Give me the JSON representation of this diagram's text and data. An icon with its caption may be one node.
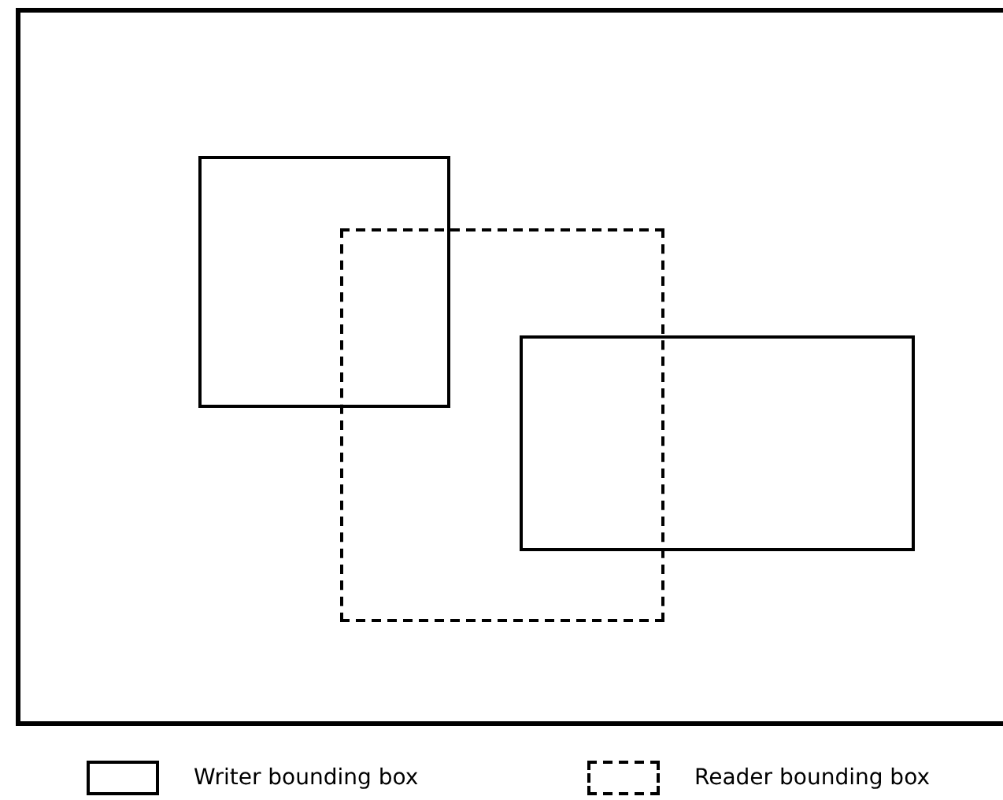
{
  "diagram": {
    "nodes": [
      {
        "text": [],
        "shape": "box"
      },
      {
        "text": [],
        "shape": "box",
        "in": 0
      },
      {
        "text": [],
        "shape": "box",
        "in": 0
      },
      {
        "text": [],
        "shape": "box",
        "in": 0
      }
    ],
    "legend": [
      {
        "text": "Writer bounding box"
      },
      {
        "text": "Reader bounding box"
      }
    ]
  }
}
